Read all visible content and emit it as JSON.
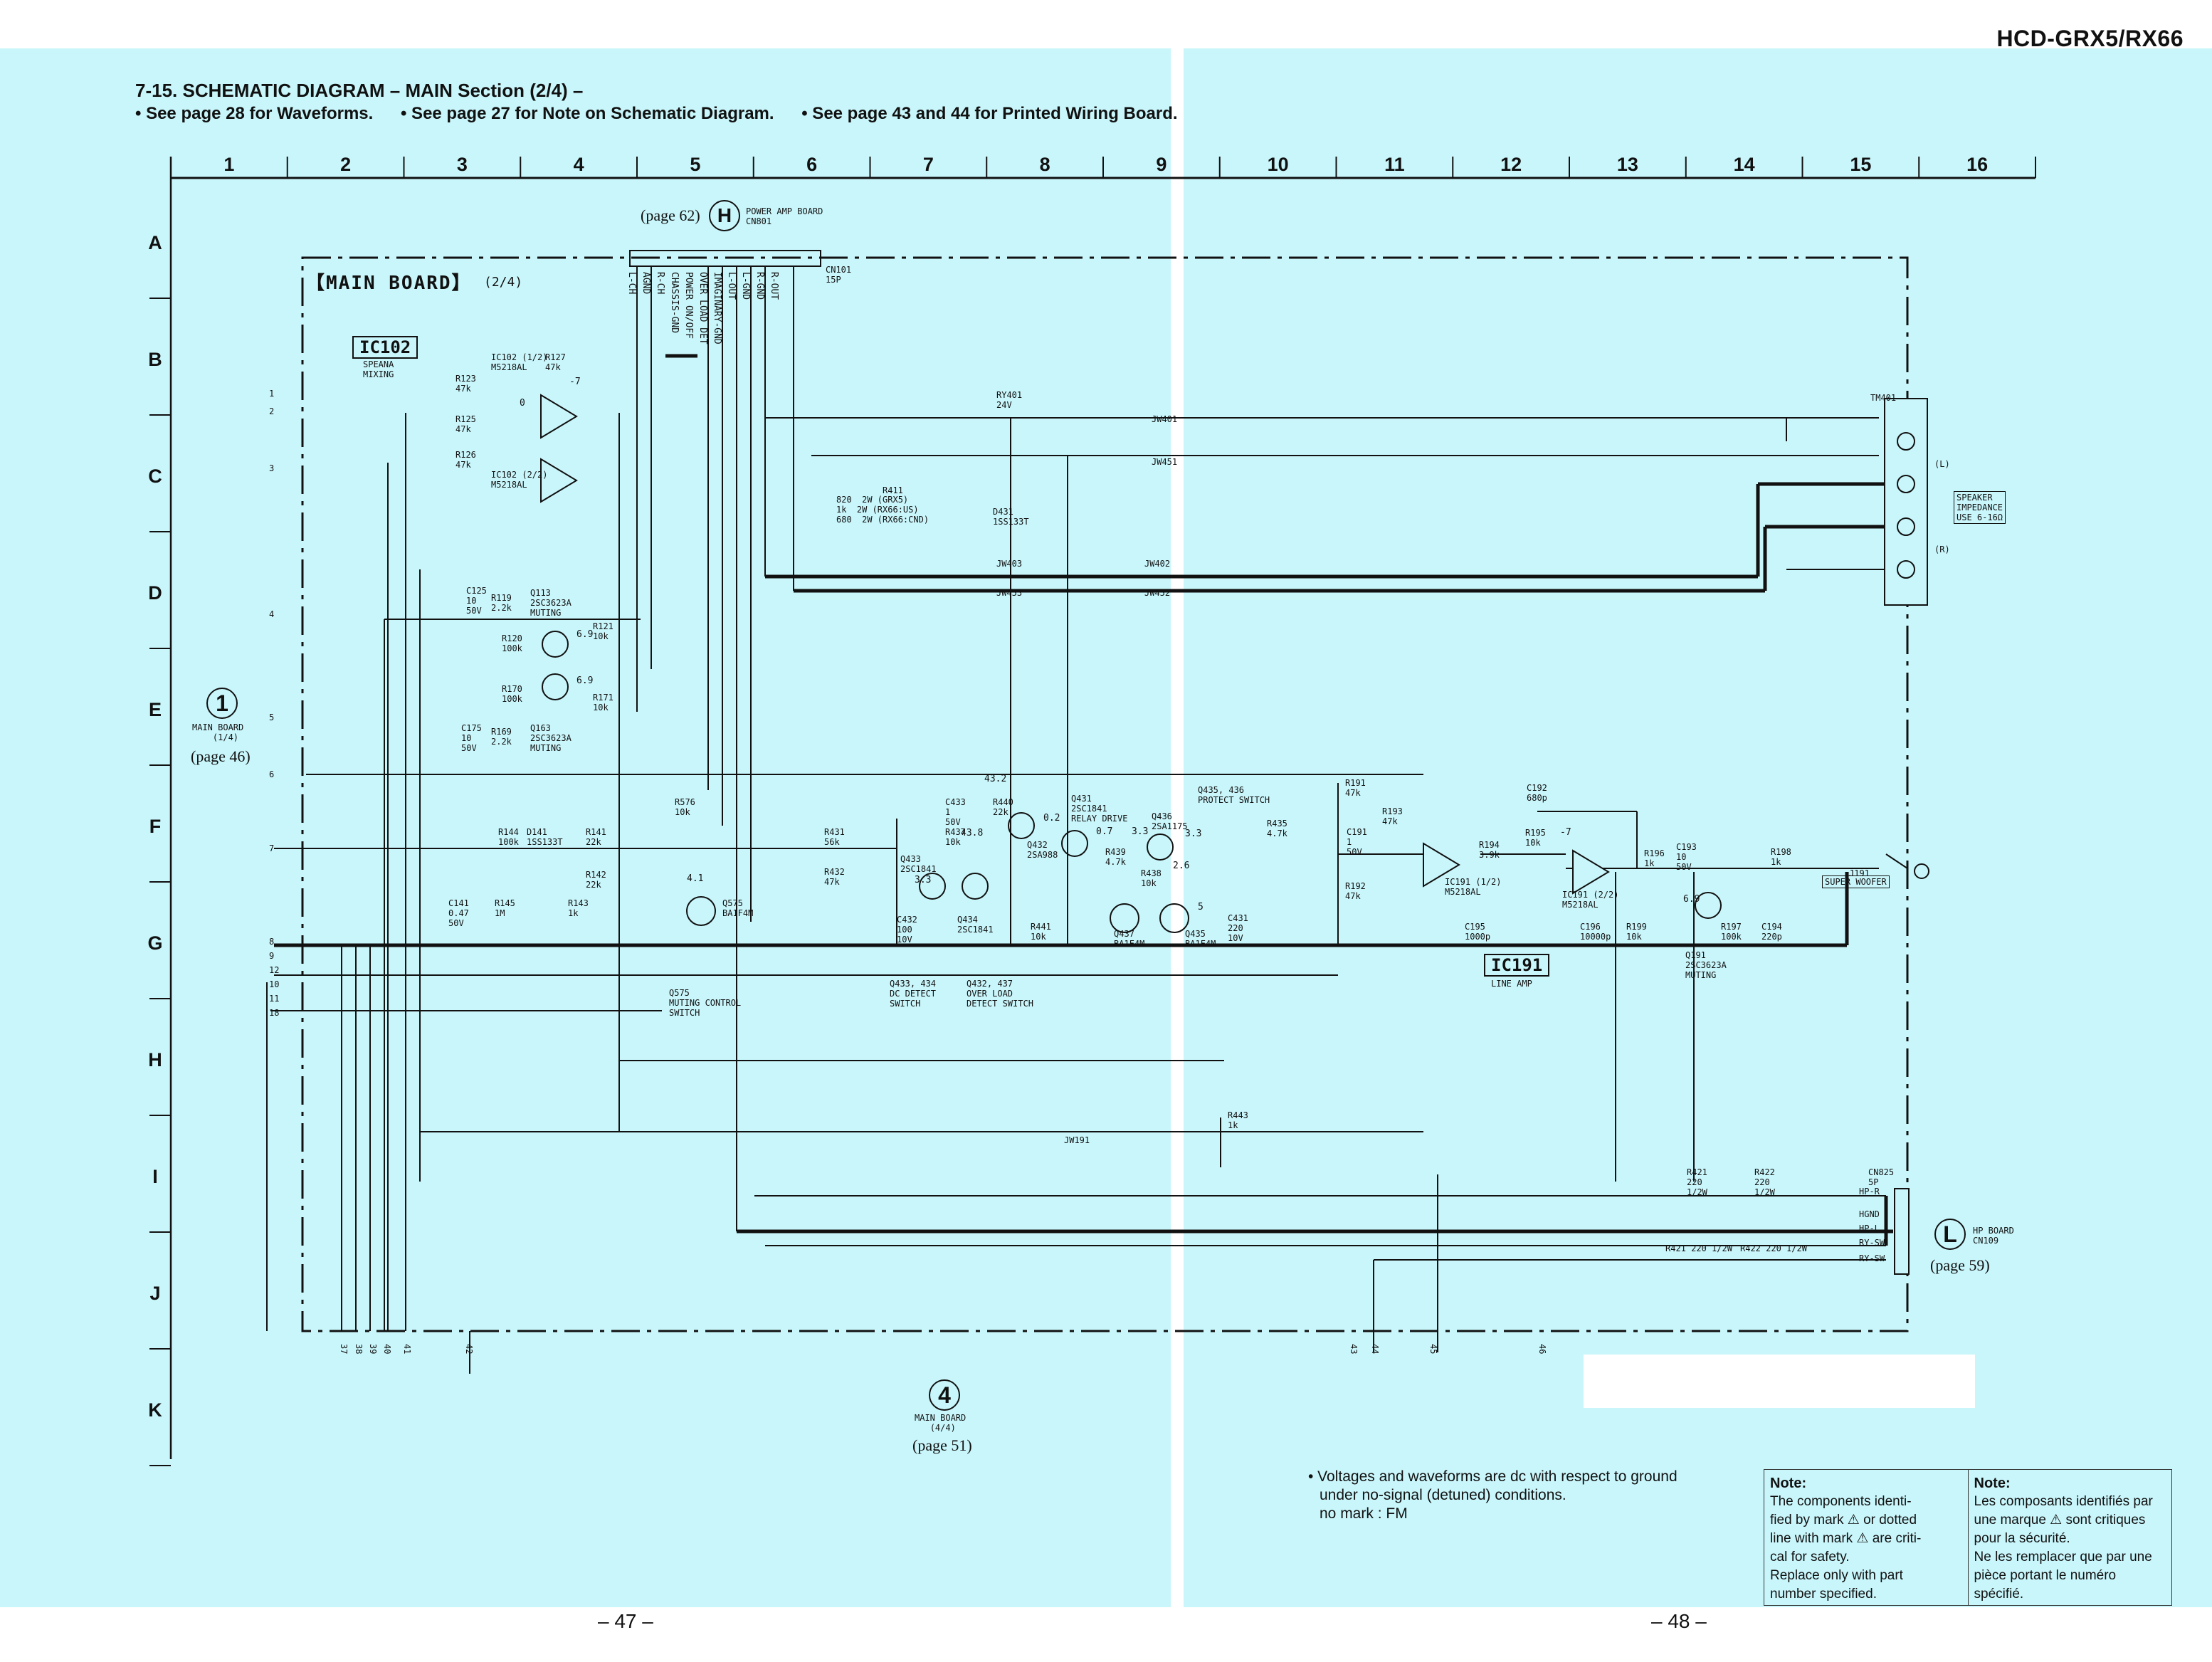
{
  "header": {
    "model": "HCD-GRX5/RX66",
    "title": "7-15.   SCHEMATIC  DIAGRAM  – MAIN Section (2/4) –",
    "notes": [
      "• See page 28 for Waveforms.",
      "• See page 27 for Note on Schematic Diagram.",
      "• See page 43 and 44 for Printed Wiring Board."
    ]
  },
  "grid": {
    "columns": [
      "1",
      "2",
      "3",
      "4",
      "5",
      "6",
      "7",
      "8",
      "9",
      "10",
      "11",
      "12",
      "13",
      "14",
      "15",
      "16"
    ],
    "rows": [
      "A",
      "B",
      "C",
      "D",
      "E",
      "F",
      "G",
      "H",
      "I",
      "J",
      "K"
    ]
  },
  "board": {
    "label": "【MAIN  BOARD】",
    "sub": "(2/4)"
  },
  "connectors": {
    "top": {
      "page": "(page 62)",
      "letter": "H",
      "name": "POWER AMP BOARD",
      "ref": "CN801",
      "cn": "CN101",
      "cn_pins": "15P",
      "pins": [
        "L-CH",
        "AGND",
        "R-CH",
        "CHASSIS-GND",
        "POWER ON/OFF",
        "OVER LOAD DET",
        "IMAGINARY-GND",
        "L-OUT",
        "L-GND",
        "R-GND",
        "R-OUT"
      ]
    },
    "left": {
      "letter": "1",
      "name": "MAIN BOARD",
      "part": "(1/4)",
      "page": "(page 46)",
      "pins": [
        "1",
        "2",
        "3",
        "4",
        "5",
        "6",
        "7",
        "8",
        "9",
        "12",
        "10",
        "11",
        "18"
      ]
    },
    "bottom": {
      "letter": "4",
      "name": "MAIN BOARD",
      "part": "(4/4)",
      "page": "(page 51)",
      "pins": [
        "37",
        "38",
        "39",
        "40",
        "41",
        "42",
        "43",
        "44",
        "45",
        "46"
      ]
    },
    "right": {
      "letter": "L",
      "name": "HP BOARD",
      "ref": "CN109",
      "page": "(page 59)",
      "pins": [
        "HP-R",
        "HGND",
        "HP-L",
        "RY-SW",
        "RY-SW"
      ],
      "jack": "CN825 5P"
    }
  },
  "ics": {
    "ic102": {
      "name": "IC102",
      "desc1": "SPEANA",
      "desc2": "MIXING",
      "u1": "IC102 (1/2)",
      "u1p": "M5218AL",
      "u2": "IC102 (2/2)",
      "u2p": "M5218AL"
    },
    "ic191": {
      "name": "IC191",
      "desc": "LINE AMP",
      "u1": "IC191 (1/2)",
      "u1p": "M5218AL",
      "u2": "IC191 (2/2)",
      "u2p": "M5218AL"
    }
  },
  "components": {
    "r123": "R123\n47k",
    "r125": "R125\n47k",
    "r126": "R126\n47k",
    "r127": "R127\n47k",
    "c125": "C125\n10\n50V",
    "r119": "R119\n2.2k",
    "q113": "Q113\n2SC3623A\nMUTING",
    "r120": "R120\n100k",
    "r121": "R121\n10k",
    "r170": "R170\n100k",
    "r171": "R171\n10k",
    "c175": "C175\n10\n50V",
    "r169": "R169\n2.2k",
    "q163": "Q163\n2SC3623A\nMUTING",
    "r576": "R576\n10k",
    "r144": "R144\n100k",
    "d141": "D141\n1SS133T",
    "r141": "R141\n22k",
    "r142": "R142\n22k",
    "c141": "C141\n0.47\n50V",
    "r145": "R145\n1M",
    "r143": "R143\n1k",
    "q575": "Q575\nBA1F4M",
    "q575t": "Q575\nMUTING CONTROL\nSWITCH",
    "ry401": "RY401\n24V",
    "jw401": "JW401",
    "jw451": "JW451",
    "jw403": "JW403",
    "jw453": "JW453",
    "jw402": "JW402",
    "jw452": "JW452",
    "r411": "R411",
    "r411v": "820  2W (GRX5)\n1k  2W (RX66:US)\n680  2W (RX66:CND)",
    "d431": "D431\n1SS133T",
    "c433": "C433\n1\n50V",
    "r440": "R440\n22k",
    "r431": "R431\n56k",
    "r432": "R432\n47k",
    "r437": "R437\n10k",
    "q432": "Q432\n2SA988",
    "q433": "Q433\n2SC1841",
    "q434": "Q434\n2SC1841",
    "c432": "C432\n100\n10V",
    "q433t": "Q433, 434\nDC DETECT\nSWITCH",
    "q432t": "Q432, 437\nOVER LOAD\nDETECT SWITCH",
    "q431": "Q431\n2SC1841\nRELAY DRIVE",
    "q436": "Q436\n2SA1175",
    "r439": "R439\n4.7k",
    "r438": "R438\n10k",
    "q437": "Q437\nBA1F4M",
    "q435": "Q435\nBA1F4M",
    "r441": "R441\n10k",
    "c431": "C431\n220\n10V",
    "q435t": "Q435, 436\nPROTECT SWITCH",
    "r435": "R435\n4.7k",
    "r443": "R443\n1k",
    "jw191": "JW191",
    "r191": "R191\n47k",
    "r192": "R192\n47k",
    "c191": "C191\n1\n50V",
    "r193": "R193\n47k",
    "r194": "R194\n3.9k",
    "c195": "C195\n1000p",
    "c192": "C192\n680p",
    "r195": "R195\n10k",
    "c196": "C196\n10000p",
    "r196": "R196\n1k",
    "c193": "C193\n10\n50V",
    "r199": "R199\n10k",
    "q191": "Q191\n2SC3623A\nMUTING",
    "r197": "R197\n100k",
    "c194": "C194\n220p",
    "r198": "R198\n1k",
    "j191": "J191",
    "j191t": "SUPER WOOFER",
    "tm401": "TM401",
    "tm401t": "SPEAKER\nIMPEDANCE\nUSE 6-16Ω",
    "tm401l": "(L)",
    "tm401r": "(R)",
    "r421": "R421\n220\n1/2W",
    "r422": "R422\n220\n1/2W",
    "r421b": "R421 220 1/2W",
    "r422b": "R422 220 1/2W"
  },
  "voltages": {
    "v1": "-7",
    "v2": "0",
    "v3": "6.9",
    "v4": "6.9",
    "v5": "4.1",
    "v6": "43.2",
    "v7": "43.8",
    "v8": "3.3",
    "v9": "0.2",
    "v10": "0.7",
    "v11": "3.3",
    "v12": "3.3",
    "v13": "2.6",
    "v14": "5",
    "v15": "6.9",
    "v16": "-7"
  },
  "page_numbers": {
    "left": "– 47 –",
    "right": "– 48 –"
  },
  "voltage_note": [
    "• Voltages and waveforms are dc with respect to ground",
    "under no-signal (detuned) conditions.",
    "no mark : FM"
  ],
  "notes_box": {
    "en_title": "Note:",
    "en": [
      "The components identi-",
      "fied by mark ⚠ or dotted",
      "line with mark ⚠ are criti-",
      "cal for safety.",
      "Replace only with part",
      "number specified."
    ],
    "fr_title": "Note:",
    "fr": [
      "Les composants identifiés par",
      "une marque ⚠ sont critiques",
      "pour la sécurité.",
      "Ne les remplacer que par une",
      "pièce portant le numéro",
      "spécifié."
    ]
  }
}
